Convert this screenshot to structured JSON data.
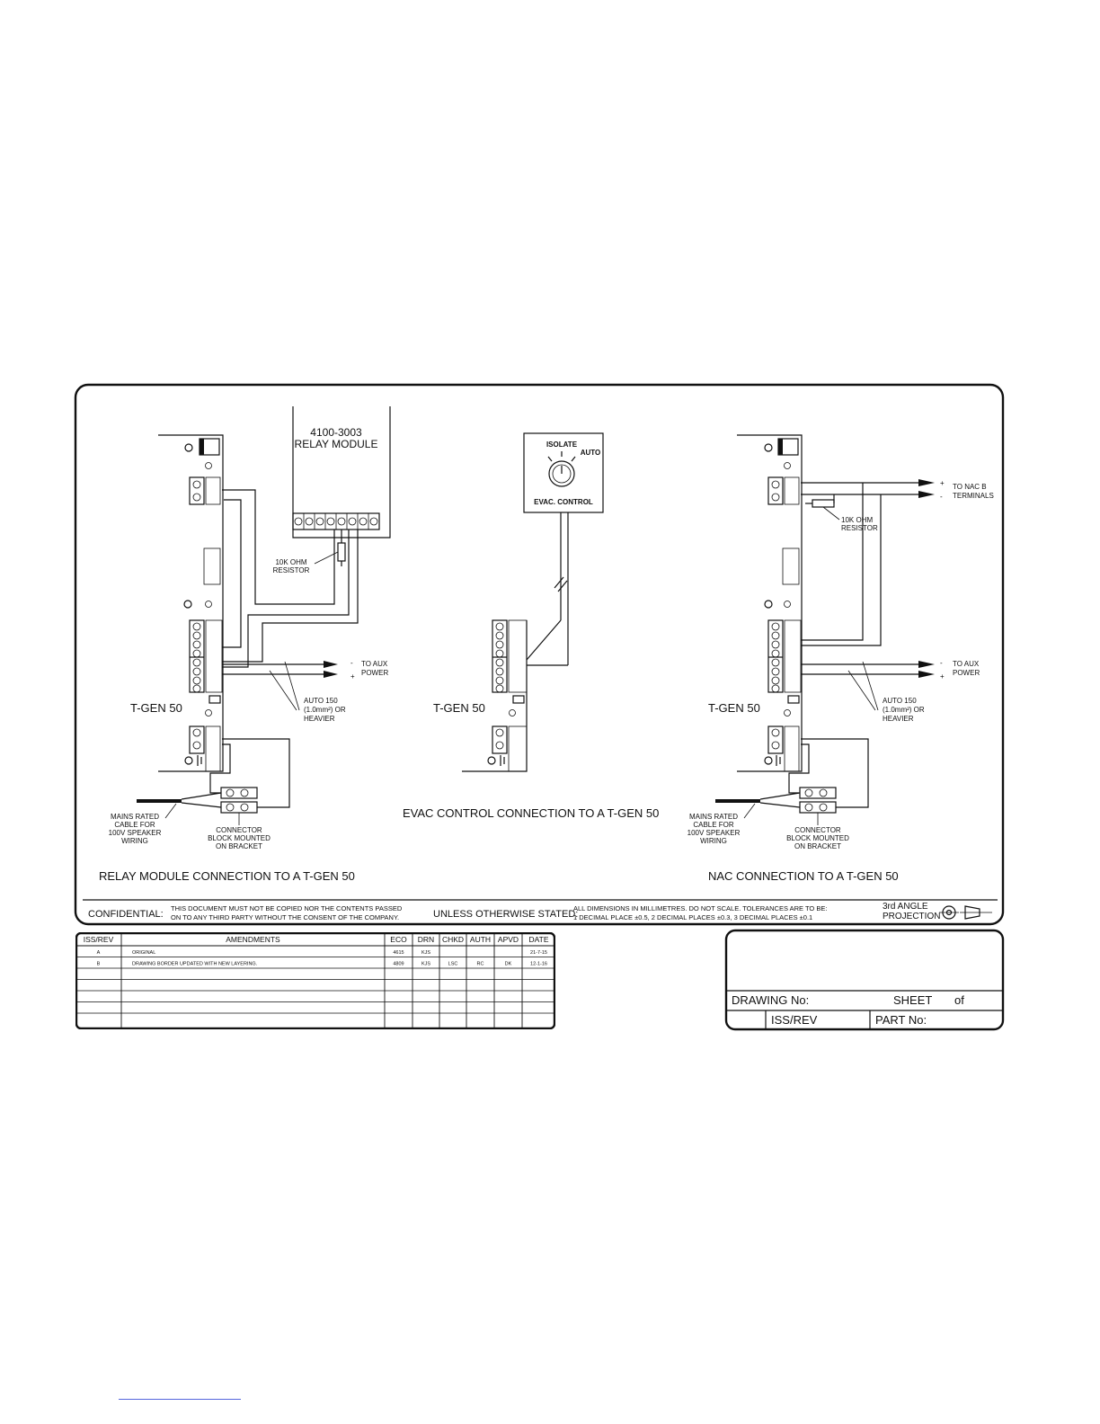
{
  "relay_module": {
    "part": "4100-3003",
    "name": "RELAY MODULE",
    "resistor": [
      "10K OHM",
      "RESISTOR"
    ],
    "caption": "RELAY MODULE CONNECTION TO A T-GEN 50"
  },
  "evac": {
    "isolate": "ISOLATE",
    "auto": "AUTO",
    "control": "EVAC. CONTROL",
    "caption": "EVAC CONTROL CONNECTION TO A T-GEN 50"
  },
  "nac": {
    "to_nac": [
      "TO NAC B",
      "TERMINALS"
    ],
    "resistor": [
      "10K OHM",
      "RESISTOR"
    ],
    "caption": "NAC CONNECTION TO A T-GEN 50"
  },
  "common": {
    "tgen": "T-GEN 50",
    "aux_minus": "-",
    "aux_plus": "+",
    "to_aux": [
      "TO AUX",
      "POWER"
    ],
    "wire_note": [
      "AUTO 150",
      "(1.0mm²) OR",
      "HEAVIER"
    ],
    "mains": [
      "MAINS RATED",
      "CABLE FOR",
      "100V SPEAKER",
      "WIRING"
    ],
    "connector": [
      "CONNECTOR",
      "BLOCK MOUNTED",
      "ON BRACKET"
    ]
  },
  "footer": {
    "confidential_label": "CONFIDENTIAL:",
    "confidential_text": [
      "THIS DOCUMENT MUST NOT BE COPIED NOR THE CONTENTS PASSED",
      "ON TO ANY THIRD PARTY WITHOUT THE CONSENT OF THE COMPANY."
    ],
    "unless_label": "UNLESS OTHERWISE STATED:",
    "unless_text": [
      "ALL DIMENSIONS IN MILLIMETRES. DO NOT SCALE. TOLERANCES ARE TO BE:",
      "1 DECIMAL PLACE ±0.5, 2 DECIMAL PLACES ±0.3, 3 DECIMAL PLACES ±0.1"
    ],
    "projection": [
      "3rd ANGLE",
      "PROJECTION"
    ]
  },
  "revisions": {
    "headers": [
      "ISS/REV",
      "AMENDMENTS",
      "ECO",
      "DRN",
      "CHKD",
      "AUTH",
      "APVD",
      "DATE"
    ],
    "rows": [
      [
        "A",
        "ORIGINAL",
        "4615",
        "KJS",
        "",
        "",
        "",
        "21-7-15"
      ],
      [
        "B",
        "DRAWING BORDER UPDATED WITH NEW LAYERING.",
        "4809",
        "KJS",
        "LSC",
        "RC",
        "DK",
        "12-1-16"
      ]
    ]
  },
  "title_block": {
    "drawing_no": "DRAWING No:",
    "sheet": "SHEET",
    "of": "of",
    "iss_rev": "ISS/REV",
    "part_no": "PART No:"
  }
}
